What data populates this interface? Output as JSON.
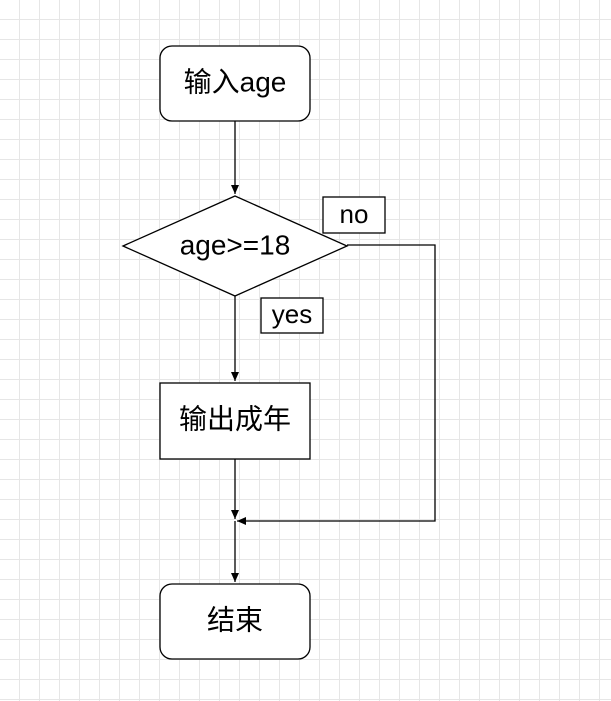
{
  "nodes": {
    "input": {
      "label": "输入age"
    },
    "decision": {
      "label": "age>=18"
    },
    "output": {
      "label": "输出成年"
    },
    "end": {
      "label": "结束"
    }
  },
  "edge_labels": {
    "no": "no",
    "yes": "yes"
  },
  "colors": {
    "stroke": "#000000",
    "fill": "#ffffff",
    "grid": "#e6e6e6"
  }
}
